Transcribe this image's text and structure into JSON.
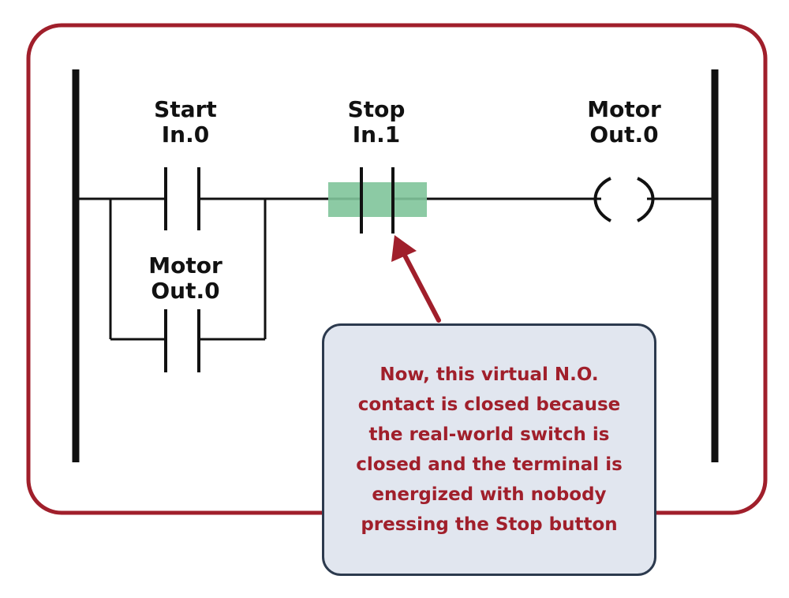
{
  "colors": {
    "frame": "#a01f2b",
    "rails": "#111111",
    "wire": "#111111",
    "highlight": "#7fc49a",
    "arrow": "#a01f2b",
    "callout_fill": "#e1e6ef",
    "callout_border": "#2c3a4e",
    "callout_text": "#a01f2b"
  },
  "contacts": {
    "start": {
      "name": "Start",
      "address": "In.0",
      "type": "normally-open contact"
    },
    "stop": {
      "name": "Stop",
      "address": "In.1",
      "type": "normally-open contact",
      "highlighted": true
    },
    "seal_in": {
      "name": "Motor",
      "address": "Out.0",
      "type": "normally-open contact"
    }
  },
  "coil": {
    "name": "Motor",
    "address": "Out.0",
    "type": "output coil"
  },
  "callout": {
    "lines": [
      "Now, this virtual N.O.",
      "contact is closed because",
      "the real-world switch is",
      "closed and the terminal is",
      "energized with nobody",
      "pressing the Stop button"
    ]
  }
}
